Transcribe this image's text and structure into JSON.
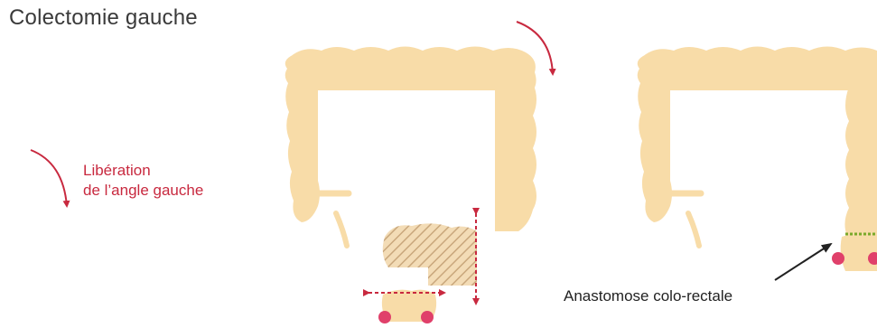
{
  "title": "Colectomie gauche",
  "legend": {
    "line1": "Libération",
    "line2": "de l’angle gauche",
    "icon": "curved-arrow-icon"
  },
  "annotation": "Anastomose colo-rectale",
  "colors": {
    "colon": "#f8dca8",
    "accent": "#c8293f",
    "marker": "#e0406a",
    "anastomosis": "#7aa92a",
    "title": "#3a3a3a"
  }
}
